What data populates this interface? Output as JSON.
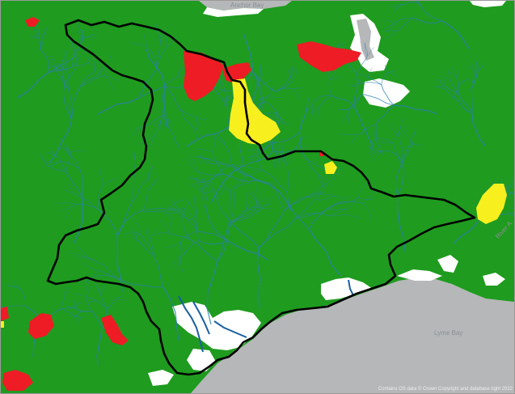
{
  "map": {
    "labels": {
      "anchor_bay": "Anchor Bay",
      "lyme_bay": "Lyme Bay",
      "river": "River A"
    },
    "attribution": "Contains OS data © Crown Copyright and database right 2022",
    "colors": {
      "land_green": "#1f9b1f",
      "sea_grey": "#b5b7b8",
      "water_blue": "#2b7fb0",
      "urban_white": "#ffffff",
      "red_area": "#ee1c25",
      "yellow_area": "#f8ef1e",
      "boundary_black": "#000000"
    }
  }
}
